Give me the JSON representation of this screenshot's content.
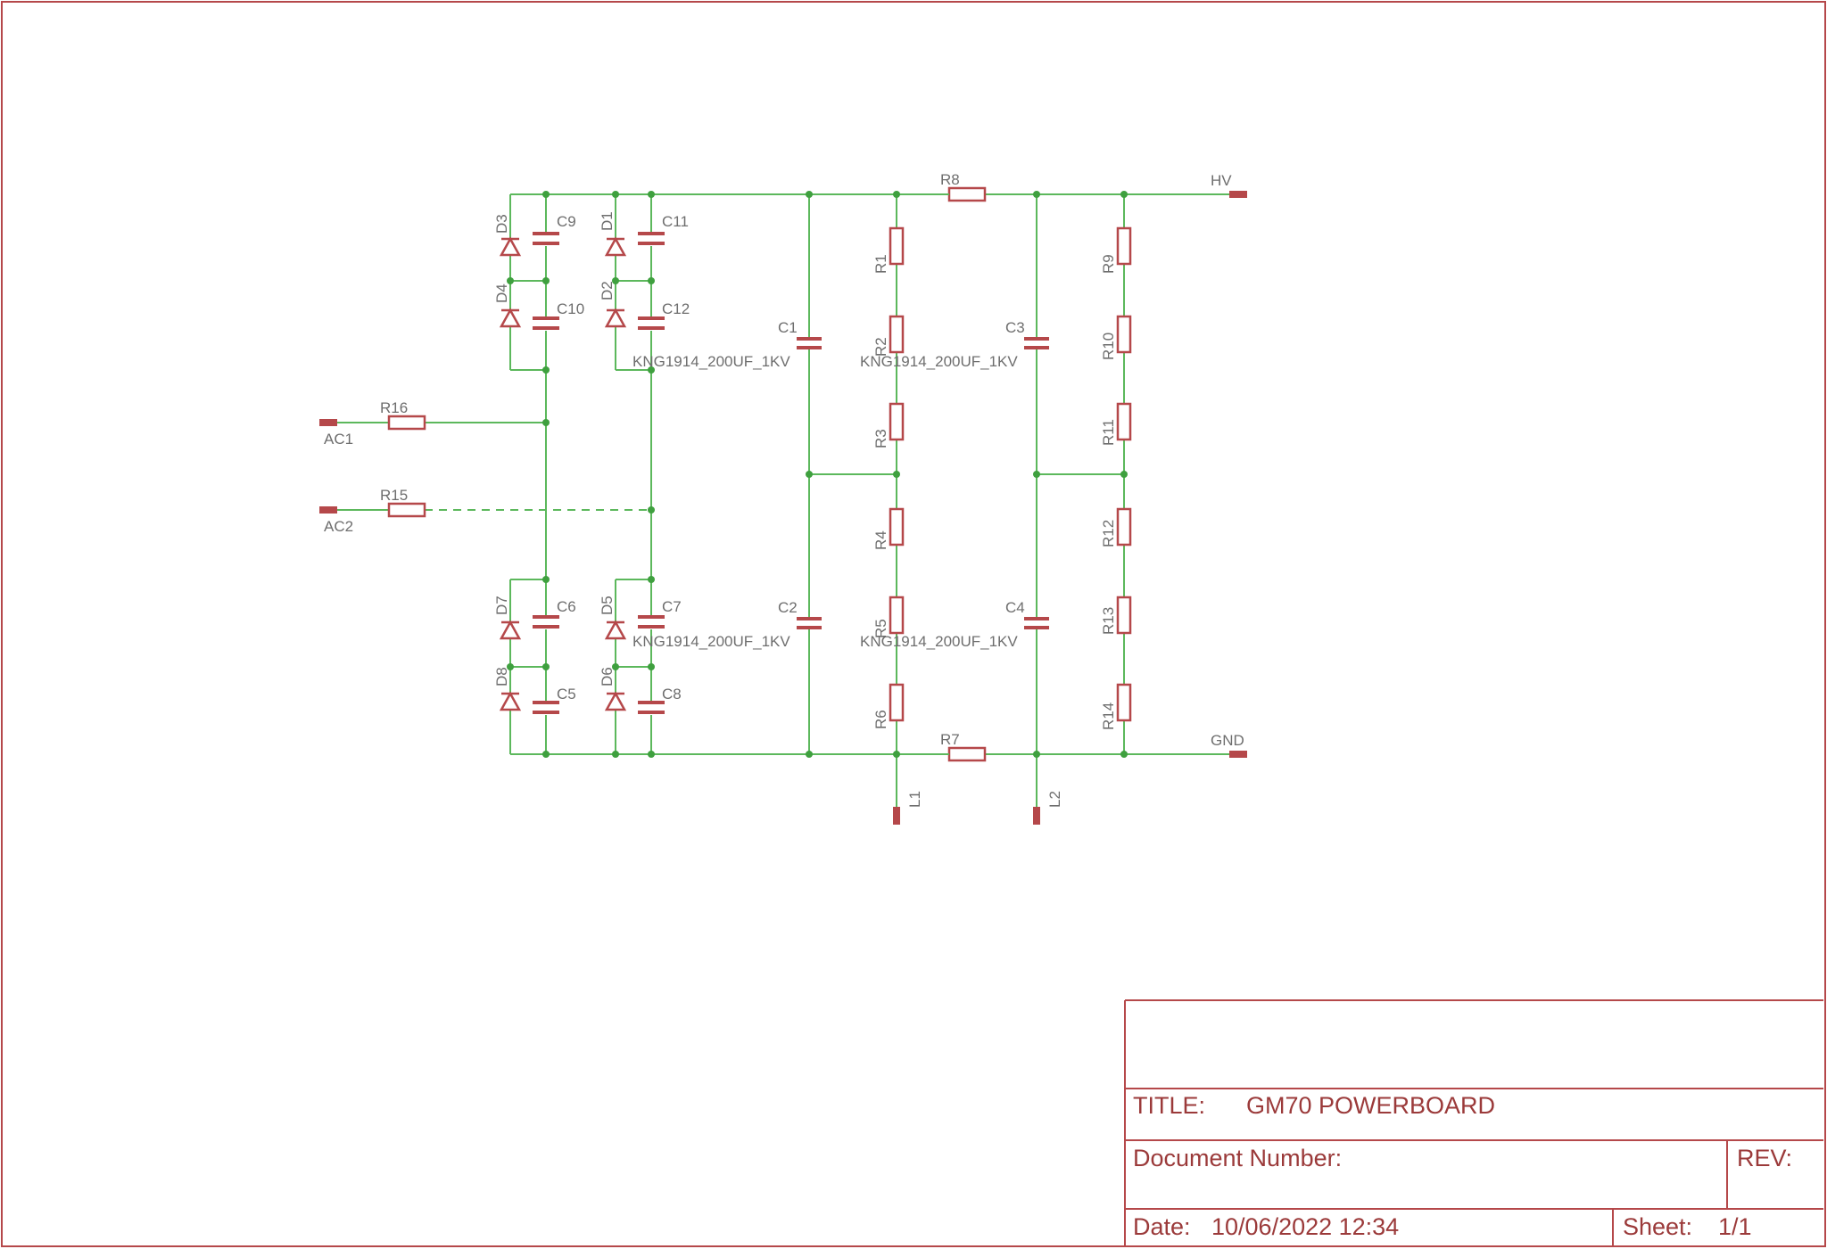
{
  "title_block": {
    "title_label": "TITLE:",
    "title_value": "GM70 POWERBOARD",
    "doc_label": "Document Number:",
    "rev_label": "REV:",
    "date_label": "Date:",
    "date_value": "10/06/2022 12:34",
    "sheet_label": "Sheet:",
    "sheet_value": "1/1"
  },
  "ports": {
    "hv": "HV",
    "gnd": "GND",
    "ac1": "AC1",
    "ac2": "AC2",
    "l1": "L1",
    "l2": "L2"
  },
  "resistors": {
    "r1": "R1",
    "r2": "R2",
    "r3": "R3",
    "r4": "R4",
    "r5": "R5",
    "r6": "R6",
    "r7": "R7",
    "r8": "R8",
    "r9": "R9",
    "r10": "R10",
    "r11": "R11",
    "r12": "R12",
    "r13": "R13",
    "r14": "R14",
    "r15": "R15",
    "r16": "R16"
  },
  "capacitors": {
    "c1": "C1",
    "c2": "C2",
    "c3": "C3",
    "c4": "C4",
    "c5": "C5",
    "c6": "C6",
    "c7": "C7",
    "c8": "C8",
    "c9": "C9",
    "c10": "C10",
    "c11": "C11",
    "c12": "C12"
  },
  "diodes": {
    "d1": "D1",
    "d2": "D2",
    "d3": "D3",
    "d4": "D4",
    "d5": "D5",
    "d6": "D6",
    "d7": "D7",
    "d8": "D8"
  },
  "cap_values": {
    "c1": "KNG1914_200UF_1KV",
    "c2": "KNG1914_200UF_1KV",
    "c3": "KNG1914_200UF_1KV",
    "c4": "KNG1914_200UF_1KV"
  }
}
